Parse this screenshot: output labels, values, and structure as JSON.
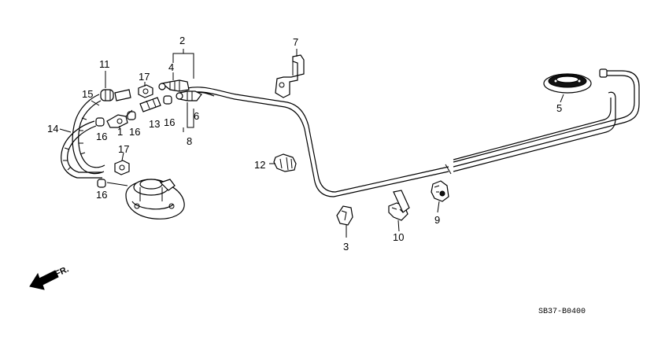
{
  "diagram": {
    "labels": [
      "1",
      "2",
      "3",
      "4",
      "5",
      "6",
      "7",
      "8",
      "9",
      "10",
      "11",
      "12",
      "13",
      "14",
      "15",
      "16",
      "16",
      "16",
      "16",
      "17",
      "17"
    ],
    "front_marker": "FR.",
    "diagram_code": "SB37-B0400"
  }
}
